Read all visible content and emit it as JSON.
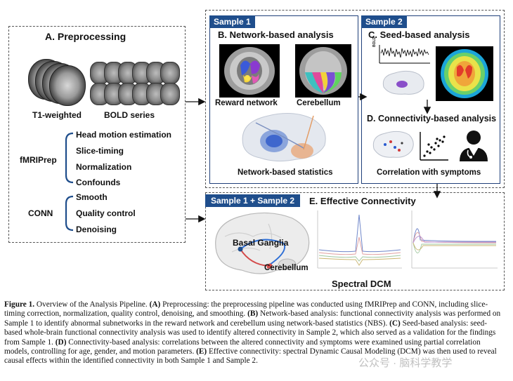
{
  "preprocessing": {
    "title": "A. Preprocessing",
    "t1_label": "T1-weighted",
    "bold_label": "BOLD series",
    "fmriprep_label": "fMRIPrep",
    "fmriprep_steps": [
      "Head motion estimation",
      "Slice-timing",
      "Normalization",
      "Confounds"
    ],
    "conn_label": "CONN",
    "conn_steps": [
      "Smooth",
      "Quality control",
      "Denoising"
    ]
  },
  "sample1": {
    "tag": "Sample 1",
    "title": "B. Network-based analysis",
    "reward_label": "Reward network",
    "cerebellum_label": "Cerebellum",
    "nbs_label": "Network-based statistics"
  },
  "sample2": {
    "tag": "Sample 2",
    "title": "C. Seed-based analysis",
    "bold_axis": "BOLD",
    "connectivity_title": "D. Connectivity-based analysis",
    "correlation_label": "Correlation with symptoms"
  },
  "effective": {
    "tag": "Sample 1 + Sample 2",
    "title": "E. Effective Connectivity",
    "basal_label": "Basal Ganglia",
    "cerebellum_label": "Cerebellum",
    "dcm_label": "Spectral DCM"
  },
  "caption": {
    "figure_label": "Figure 1.",
    "intro": " Overview of the Analysis Pipeline. ",
    "a_label": "(A)",
    "a_text": " Preprocessing: the preprocessing pipeline was conducted using fMRIPrep and CONN, including slice-timing correction, normalization, quality control, denoising, and smoothing. ",
    "b_label": "(B)",
    "b_text": " Network-based analysis: functional connectivity analysis was performed on Sample 1 to identify abnormal subnetworks in the reward network and cerebellum using network-based statistics (NBS). ",
    "c_label": "(C)",
    "c_text": " Seed-based analysis: seed-based whole-brain functional connectivity analysis was used to identify altered connectivity in Sample 2, which also served as a validation for the findings from Sample 1. ",
    "d_label": "(D)",
    "d_text": " Connectivity-based analysis: correlations between the altered connectivity and symptoms were examined using partial correlation models, controlling for age, gender, and motion parameters. ",
    "e_label": "(E)",
    "e_text": " Effective connectivity: spectral Dynamic Causal Modeling (DCM) was then used to reveal causal effects within the identified connectivity in both Sample 1 and Sample 2."
  },
  "watermark": "公众号 · 脑科学教学"
}
